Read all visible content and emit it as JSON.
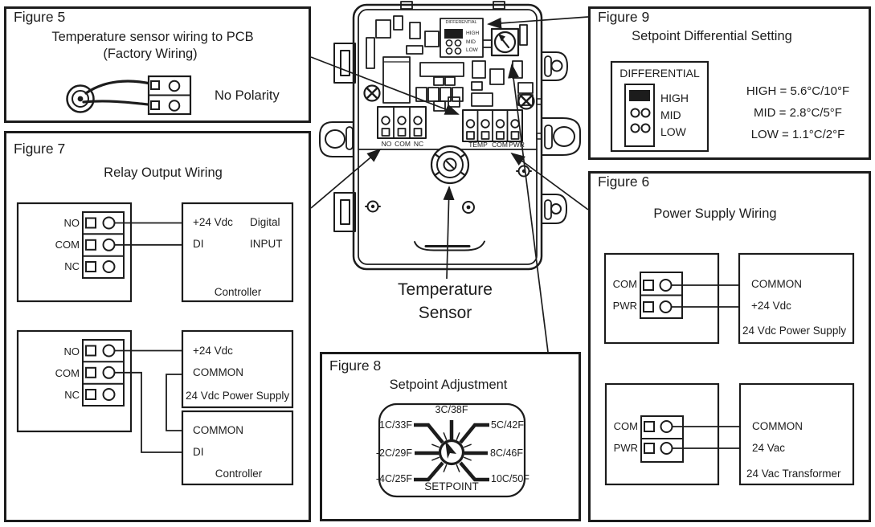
{
  "colors": {
    "ink": "#1c1c1c",
    "paper": "#ffffff"
  },
  "figure5": {
    "label": "Figure 5",
    "title": "Temperature sensor wiring to PCB",
    "subtitle": "(Factory Wiring)",
    "note": "No Polarity"
  },
  "figure7": {
    "label": "Figure 7",
    "title": "Relay Output Wiring",
    "top": {
      "terminals": [
        "NO",
        "COM",
        "NC"
      ],
      "box": {
        "r1a": "+24 Vdc",
        "r1b": "Digital",
        "r2a": "DI",
        "r2b": "INPUT",
        "caption": "Controller"
      }
    },
    "bottom": {
      "terminals": [
        "NO",
        "COM",
        "NC"
      ],
      "supply": {
        "r1": "+24 Vdc",
        "r2": "COMMON",
        "caption": "24 Vdc Power Supply"
      },
      "controller": {
        "r1": "COMMON",
        "r2": "DI",
        "caption": "Controller"
      }
    }
  },
  "figure9": {
    "label": "Figure 9",
    "title": "Setpoint Differential Setting",
    "jumper_title": "DIFFERENTIAL",
    "levels": [
      "HIGH",
      "MID",
      "LOW"
    ],
    "values": [
      "HIGH = 5.6°C/10°F",
      "MID = 2.8°C/5°F",
      "LOW = 1.1°C/2°F"
    ]
  },
  "figure6": {
    "label": "Figure 6",
    "title": "Power Supply Wiring",
    "top": {
      "terminals": [
        "COM",
        "PWR"
      ],
      "box": {
        "r1": "COMMON",
        "r2": "+24 Vdc",
        "caption": "24 Vdc Power Supply"
      }
    },
    "bottom": {
      "terminals": [
        "COM",
        "PWR"
      ],
      "box": {
        "r1": "COMMON",
        "r2": "24 Vac",
        "caption": "24 Vac Transformer"
      }
    }
  },
  "figure8": {
    "label": "Figure 8",
    "title": "Setpoint Adjustment",
    "caption": "SETPOINT",
    "dial_labels": {
      "top": "3C/38F",
      "upper_left": "1C/33F",
      "upper_right": "5C/42F",
      "mid_left": "-2C/29F",
      "mid_right": "8C/46F",
      "lower_left": "-4C/25F",
      "lower_right": "10C/50F"
    }
  },
  "device": {
    "diff_title": "DIFFERENTIAL",
    "diff_levels": [
      "HIGH",
      "MID",
      "LOW"
    ],
    "relay_terminals": [
      "NO",
      "COM",
      "NC"
    ],
    "io_terminals": [
      "TEMP",
      "COM",
      "PWR"
    ],
    "sensor_label": [
      "Temperature",
      "Sensor"
    ]
  }
}
